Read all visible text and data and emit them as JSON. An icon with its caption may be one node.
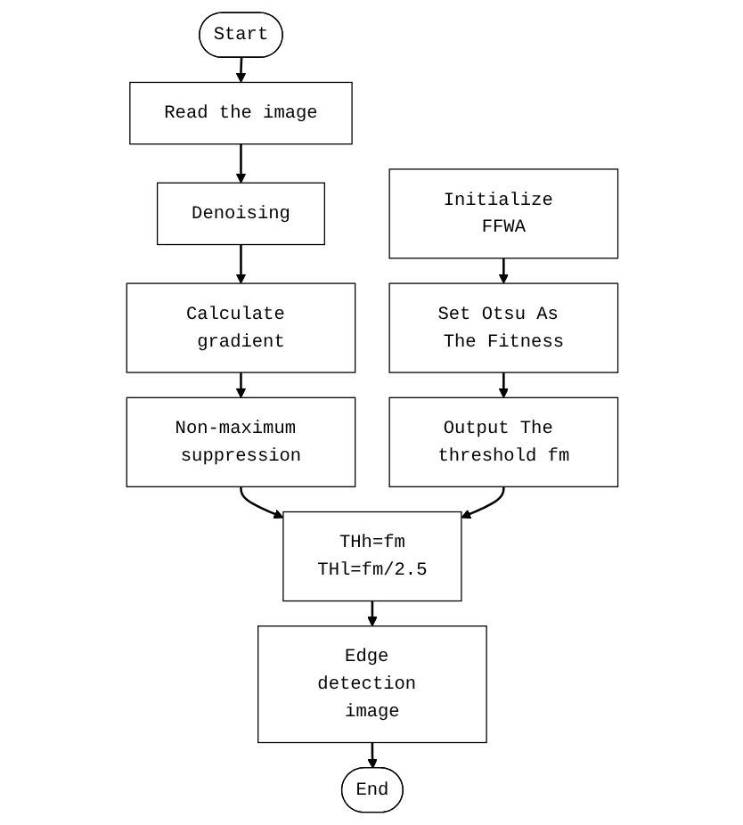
{
  "diagram": {
    "nodes": [
      {
        "text": [
          "Start"
        ]
      },
      {
        "text": [
          "Read the image"
        ]
      },
      {
        "text": [
          "Denoising"
        ]
      },
      {
        "text": [
          "Calculate gradient"
        ]
      },
      {
        "text": [
          "Non-maximum suppression"
        ]
      },
      {
        "text": [
          "THh=fm",
          "THl=fm/2.5"
        ]
      },
      {
        "text": [
          "Edge detection image"
        ]
      },
      {
        "text": [
          "End"
        ]
      },
      {
        "text": [
          "Initialize FFWA"
        ]
      },
      {
        "text": [
          "Set Otsu As The Fitness"
        ]
      },
      {
        "text": [
          "Output The threshold fm"
        ]
      }
    ],
    "edges": [
      {
        "from": 0,
        "to": 1,
        "arrow": "to"
      },
      {
        "from": 1,
        "to": 2,
        "arrow": "to"
      },
      {
        "from": 2,
        "to": 3,
        "arrow": "to"
      },
      {
        "from": 3,
        "to": 4,
        "arrow": "to"
      },
      {
        "from": 4,
        "to": 5,
        "arrow": "to"
      },
      {
        "from": 5,
        "to": 6,
        "arrow": "to"
      },
      {
        "from": 6,
        "to": 7,
        "arrow": "to"
      },
      {
        "from": 8,
        "to": 9,
        "arrow": "to"
      },
      {
        "from": 9,
        "to": 10,
        "arrow": "to"
      },
      {
        "from": 10,
        "to": 5,
        "arrow": "to"
      }
    ]
  }
}
